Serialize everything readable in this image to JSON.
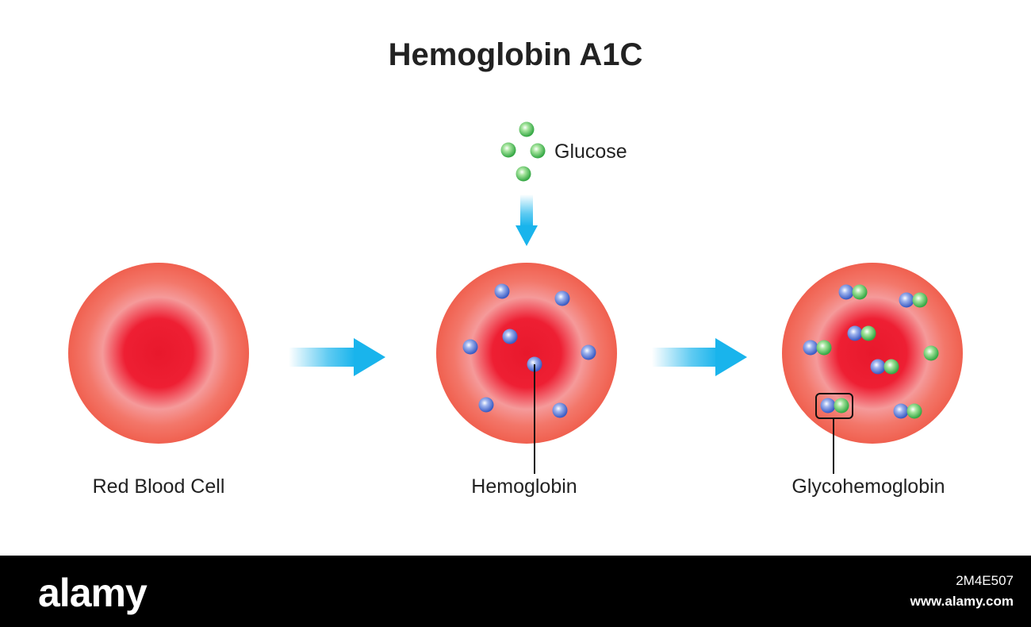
{
  "title": "Hemoglobin A1C",
  "labels": {
    "glucose": "Glucose",
    "red_blood_cell": "Red Blood Cell",
    "hemoglobin": "Hemoglobin",
    "glycohemoglobin": "Glycohemoglobin"
  },
  "colors": {
    "cell_core": "#ec1c2e",
    "cell_ring": "#f5a0a0",
    "cell_edge": "#f26b5b",
    "arrow": "#19b4ec",
    "hemoglobin_molecule": "#4a6fcf",
    "glucose_molecule": "#3fb34a"
  },
  "footer": {
    "brand": "alamy",
    "image_id": "2M4E507",
    "site": "www.alamy.com"
  }
}
